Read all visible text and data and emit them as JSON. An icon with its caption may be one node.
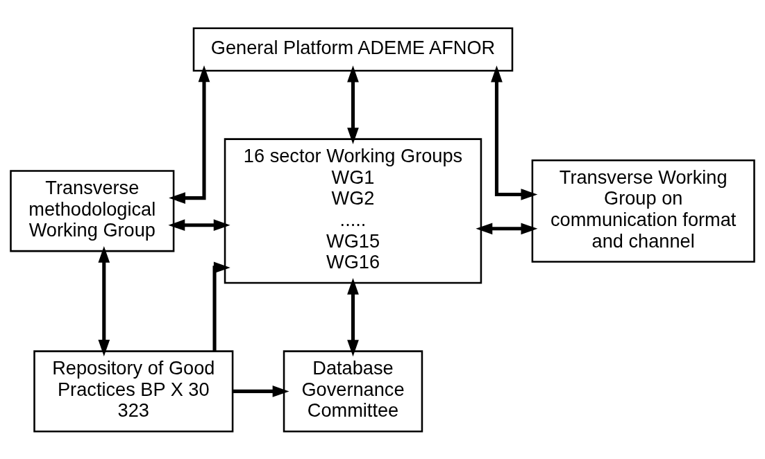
{
  "diagram": {
    "nodes": [
      {
        "text": [
          "General Platform ADEME AFNOR"
        ]
      },
      {
        "text": [
          "Transverse methodological Working Group"
        ]
      },
      {
        "text": [
          "16 sector Working Groups",
          "WG1",
          "WG2",
          ".....",
          "WG15",
          "WG16"
        ]
      },
      {
        "text": [
          "Transverse Working Group on communication format and channel"
        ]
      },
      {
        "text": [
          "Repository of Good Practices BP X 30 323"
        ]
      },
      {
        "text": [
          "Database Governance Committee"
        ]
      }
    ],
    "edges": [
      {
        "from": 0,
        "to": 1,
        "arrow": "both"
      },
      {
        "from": 0,
        "to": 2,
        "arrow": "both"
      },
      {
        "from": 0,
        "to": 3,
        "arrow": "both"
      },
      {
        "from": 1,
        "to": 2,
        "arrow": "both"
      },
      {
        "from": 2,
        "to": 3,
        "arrow": "both"
      },
      {
        "from": 2,
        "to": 5,
        "arrow": "both"
      },
      {
        "from": 1,
        "to": 4,
        "arrow": "both"
      },
      {
        "from": 4,
        "to": 2,
        "arrow": "to"
      },
      {
        "from": 4,
        "to": 5,
        "arrow": "to"
      }
    ]
  }
}
